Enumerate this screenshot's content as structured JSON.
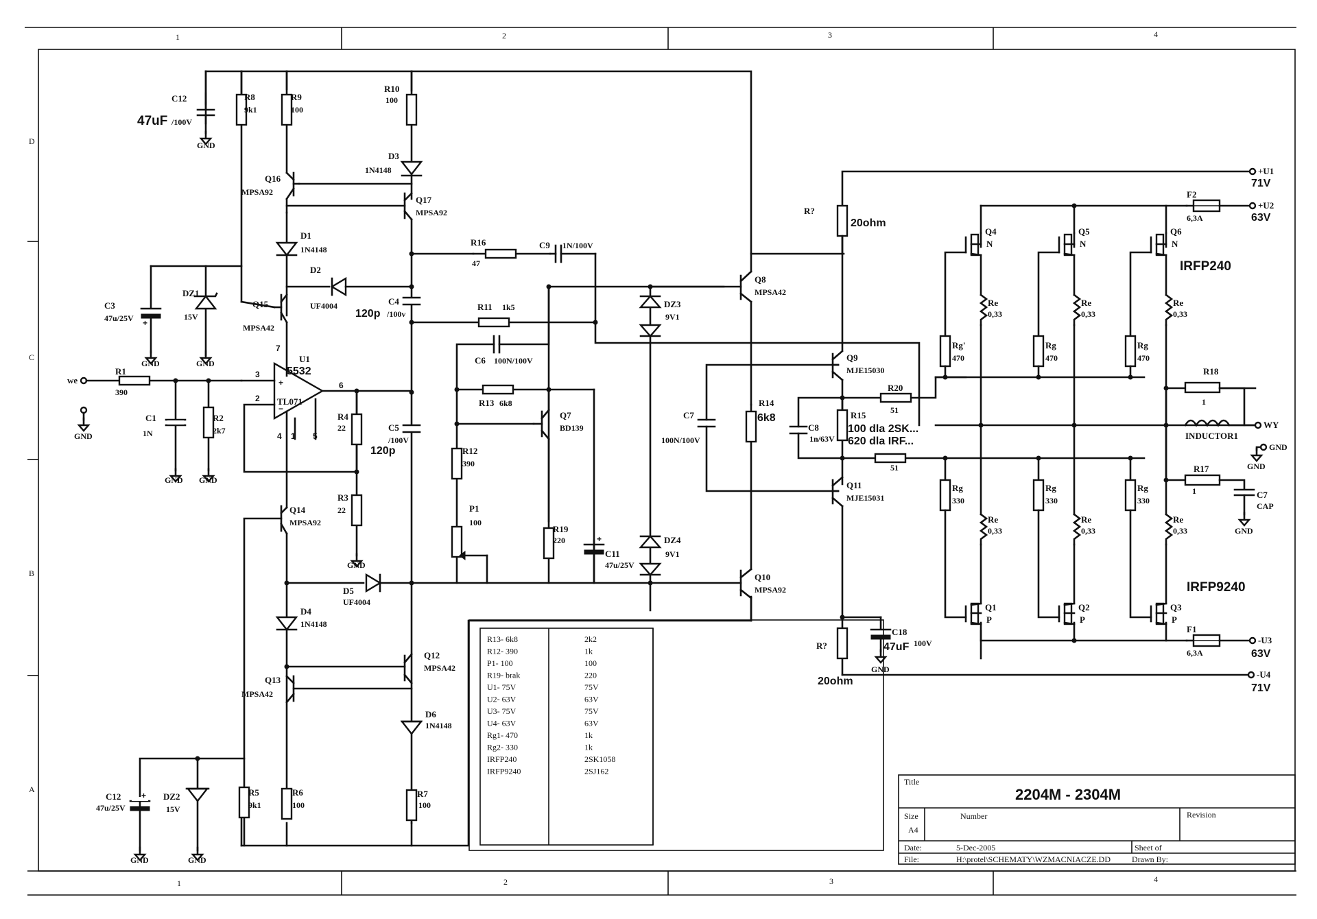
{
  "zones": [
    "1",
    "2",
    "3",
    "4"
  ],
  "rows": [
    "D",
    "C",
    "B",
    "A"
  ],
  "title_block": {
    "title_label": "Title",
    "title": "2204M - 2304M",
    "size_label": "Size",
    "size": "A4",
    "number_label": "Number",
    "revision_label": "Revision",
    "date_label": "Date:",
    "date": "5-Dec-2005",
    "sheet_label": "Sheet  of",
    "file_label": "File:",
    "file": "H:\\protel\\SCHEMATY\\WZMACNIACZE.DD",
    "drawn_label": "Drawn By:"
  },
  "bom": {
    "col1": [
      "R13-  6k8",
      "R12-  390",
      "P1-    100",
      "R19-  brak",
      "U1-    75V",
      "U2-    63V",
      "U3-    75V",
      "U4-    63V",
      "Rg1-  470",
      "Rg2-  330",
      "IRFP240",
      "IRFP9240"
    ],
    "col2": [
      "2k2",
      "1k",
      "100",
      "220",
      "75V",
      "63V",
      "75V",
      "63V",
      "1k",
      "1k",
      "2SK1058",
      "2SJ162"
    ]
  },
  "parts": {
    "C12a": {
      "ref": "C12",
      "val": "47uF",
      "unit": "/100V"
    },
    "R8": {
      "ref": "R8",
      "val": "9k1"
    },
    "R9": {
      "ref": "R9",
      "val": "100"
    },
    "R10": {
      "ref": "R10",
      "val": "100"
    },
    "D3": {
      "ref": "D3",
      "val": "1N4148"
    },
    "Q16": {
      "ref": "Q16",
      "val": "MPSA92"
    },
    "Q17": {
      "ref": "Q17",
      "val": "MPSA92"
    },
    "D1": {
      "ref": "D1",
      "val": "1N4148"
    },
    "D2": {
      "ref": "D2",
      "val": "UF4004"
    },
    "C3": {
      "ref": "C3",
      "val": "47u/25V"
    },
    "DZ1": {
      "ref": "DZ1",
      "val": "15V"
    },
    "Q15": {
      "ref": "Q15",
      "val": "MPSA42"
    },
    "C4": {
      "ref": "C4",
      "val": "120p",
      "unit": "/100v"
    },
    "R16": {
      "ref": "R16",
      "val": "47"
    },
    "C9": {
      "ref": "C9",
      "val": "1N/100V"
    },
    "R11": {
      "ref": "R11",
      "val": "1k5"
    },
    "C6": {
      "ref": "C6",
      "val": "100N/100V"
    },
    "R13": {
      "ref": "R13",
      "val": "6k8"
    },
    "Q7": {
      "ref": "Q7",
      "val": "BD139"
    },
    "R12": {
      "ref": "R12",
      "val": "390"
    },
    "P1": {
      "ref": "P1",
      "val": "100"
    },
    "R19": {
      "ref": "R19",
      "val": "220"
    },
    "C11": {
      "ref": "C11",
      "val": "47u/25V"
    },
    "DZ3": {
      "ref": "DZ3",
      "val": "9V1"
    },
    "DZ4": {
      "ref": "DZ4",
      "val": "9V1"
    },
    "C5": {
      "ref": "C5",
      "val": "120p",
      "unit": "/100V"
    },
    "U1": {
      "ref": "U1",
      "val": "5532",
      "alt": "TL071"
    },
    "R1": {
      "ref": "R1",
      "val": "390"
    },
    "C1": {
      "ref": "C1",
      "val": "1N"
    },
    "R2": {
      "ref": "R2",
      "val": "2k7"
    },
    "R4": {
      "ref": "R4",
      "val": "22"
    },
    "R3": {
      "ref": "R3",
      "val": "22"
    },
    "Q14": {
      "ref": "Q14",
      "val": "MPSA92"
    },
    "D5": {
      "ref": "D5",
      "val": "UF4004"
    },
    "D4": {
      "ref": "D4",
      "val": "1N4148"
    },
    "Q12": {
      "ref": "Q12",
      "val": "MPSA42"
    },
    "Q13": {
      "ref": "Q13",
      "val": "MPSA42"
    },
    "D6": {
      "ref": "D6",
      "val": "1N4148"
    },
    "C12b": {
      "ref": "C12",
      "val": "47u/25V"
    },
    "DZ2": {
      "ref": "DZ2",
      "val": "15V"
    },
    "R5": {
      "ref": "R5",
      "val": "9k1"
    },
    "R6": {
      "ref": "R6",
      "val": "100"
    },
    "R7": {
      "ref": "R7",
      "val": "100"
    },
    "Q8": {
      "ref": "Q8",
      "val": "MPSA42"
    },
    "Q10": {
      "ref": "Q10",
      "val": "MPSA92"
    },
    "R14": {
      "ref": "R14",
      "val": "6k8"
    },
    "C7a": {
      "ref": "C7",
      "val": "100N/100V"
    },
    "Rtop": {
      "ref": "R?",
      "val": "20ohm"
    },
    "Rbot": {
      "ref": "R?",
      "val": "20ohm"
    },
    "Q9": {
      "ref": "Q9",
      "val": "MJE15030"
    },
    "Q11": {
      "ref": "Q11",
      "val": "MJE15031"
    },
    "C8": {
      "ref": "C8",
      "val": "1n/63V"
    },
    "R15": {
      "ref": "R15",
      "note1": "100 dla 2SK...",
      "note2": "620 dla IRF..."
    },
    "R20": {
      "ref": "R20",
      "val": "51"
    },
    "R21": {
      "val": "51"
    },
    "C18": {
      "ref": "C18",
      "val": "47uF",
      "unit": "100V"
    },
    "Q4": {
      "ref": "Q4",
      "type": "N"
    },
    "Q5": {
      "ref": "Q5",
      "type": "N"
    },
    "Q6": {
      "ref": "Q6",
      "type": "N"
    },
    "Q1": {
      "ref": "Q1",
      "type": "P"
    },
    "Q2": {
      "ref": "Q2",
      "type": "P"
    },
    "Q3": {
      "ref": "Q3",
      "type": "P"
    },
    "Rg1a": {
      "ref": "Rg'",
      "val": "470"
    },
    "Rg1b": {
      "ref": "Rg",
      "val": "470"
    },
    "Rg1c": {
      "ref": "Rg",
      "val": "470"
    },
    "Rg2a": {
      "ref": "Rg",
      "val": "330"
    },
    "Rg2b": {
      "ref": "Rg",
      "val": "330"
    },
    "Rg2c": {
      "ref": "Rg",
      "val": "330"
    },
    "Re": {
      "ref": "Re",
      "val": "0,33"
    },
    "F2": {
      "ref": "F2",
      "val": "6,3A"
    },
    "F1": {
      "ref": "F1",
      "val": "6,3A"
    },
    "R18": {
      "ref": "R18",
      "val": "1"
    },
    "R17": {
      "ref": "R17",
      "val": "1"
    },
    "L1": {
      "ref": "INDUCTOR1"
    },
    "C7b": {
      "ref": "C7",
      "val": "CAP"
    }
  },
  "device_n": "IRFP240",
  "device_p": "IRFP9240",
  "rails": {
    "u1": "+U1",
    "u1v": "71V",
    "u2": "+U2",
    "u2v": "63V",
    "u3": "-U3",
    "u3v": "63V",
    "u4": "-U4",
    "u4v": "71V"
  },
  "nets": {
    "gnd": "GND",
    "input": "we",
    "output": "WY"
  },
  "pins": {
    "p3": "3",
    "p2": "2",
    "p6": "6",
    "p7": "7",
    "p4": "4",
    "p1": "1",
    "p5": "5"
  }
}
